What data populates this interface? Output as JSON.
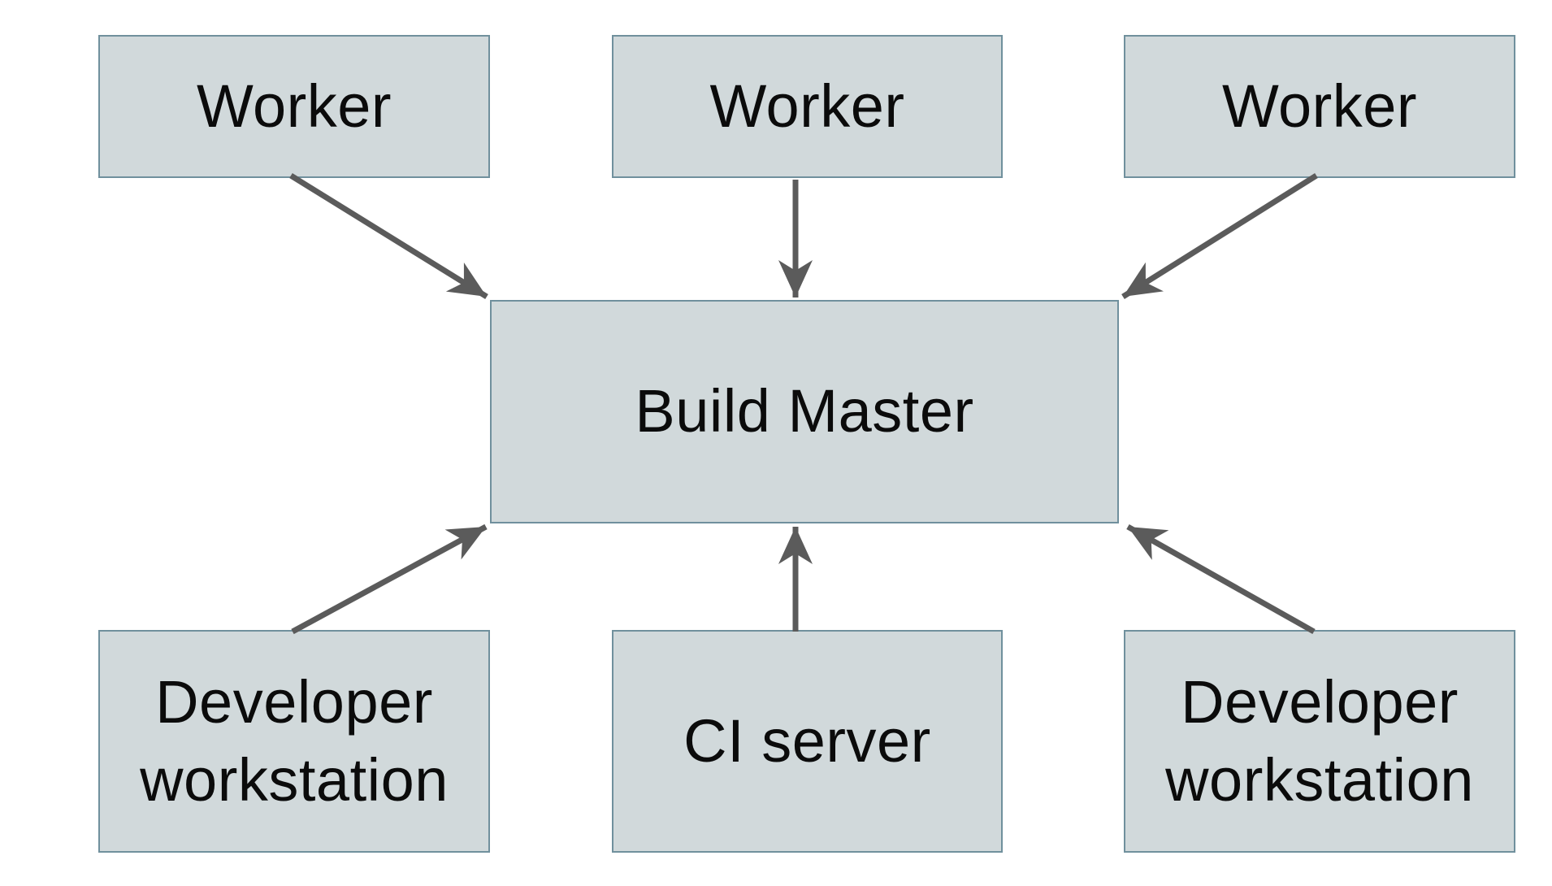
{
  "diagram": {
    "nodes": [
      {
        "id": "worker-1",
        "label": "Worker"
      },
      {
        "id": "worker-2",
        "label": "Worker"
      },
      {
        "id": "worker-3",
        "label": "Worker"
      },
      {
        "id": "build-master",
        "label": "Build Master"
      },
      {
        "id": "developer-workstation-1",
        "label": "Developer workstation"
      },
      {
        "id": "ci-server",
        "label": "CI server"
      },
      {
        "id": "developer-workstation-2",
        "label": "Developer workstation"
      }
    ],
    "edges": [
      {
        "from": "worker-1",
        "to": "build-master"
      },
      {
        "from": "worker-2",
        "to": "build-master"
      },
      {
        "from": "worker-3",
        "to": "build-master"
      },
      {
        "from": "developer-workstation-1",
        "to": "build-master"
      },
      {
        "from": "ci-server",
        "to": "build-master"
      },
      {
        "from": "developer-workstation-2",
        "to": "build-master"
      }
    ]
  },
  "colors": {
    "background": "#ffffff",
    "box_fill": "#d1d9db",
    "box_border": "#70909d",
    "arrow": "#5b5b5b",
    "text": "#0b0b0b"
  }
}
